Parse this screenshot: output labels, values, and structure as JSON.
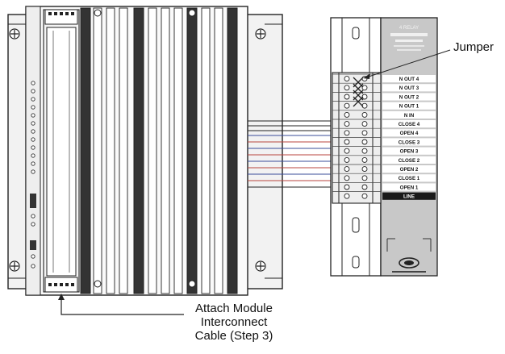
{
  "callouts": {
    "jumper": "Jumper",
    "cable_line1": "Attach Module",
    "cable_line2": "Interconnect",
    "cable_line3": "Cable (Step 3)"
  },
  "module": {
    "title": "4 RELAY",
    "terminal_labels": [
      "N OUT 4",
      "N OUT 3",
      "N OUT 2",
      "N OUT 1",
      "N IN",
      "CLOSE 4",
      "OPEN 4",
      "CLOSE 3",
      "OPEN 3",
      "CLOSE 2",
      "OPEN 2",
      "CLOSE 1",
      "OPEN 1",
      "LINE"
    ]
  },
  "colors": {
    "line": "#222222",
    "panel_gray": "#c8c8c8",
    "module_gray": "#b9b9b9",
    "wire_red": "#b8453f",
    "wire_blue": "#3a4c9a",
    "line_terminal": "#1a1a1a"
  }
}
